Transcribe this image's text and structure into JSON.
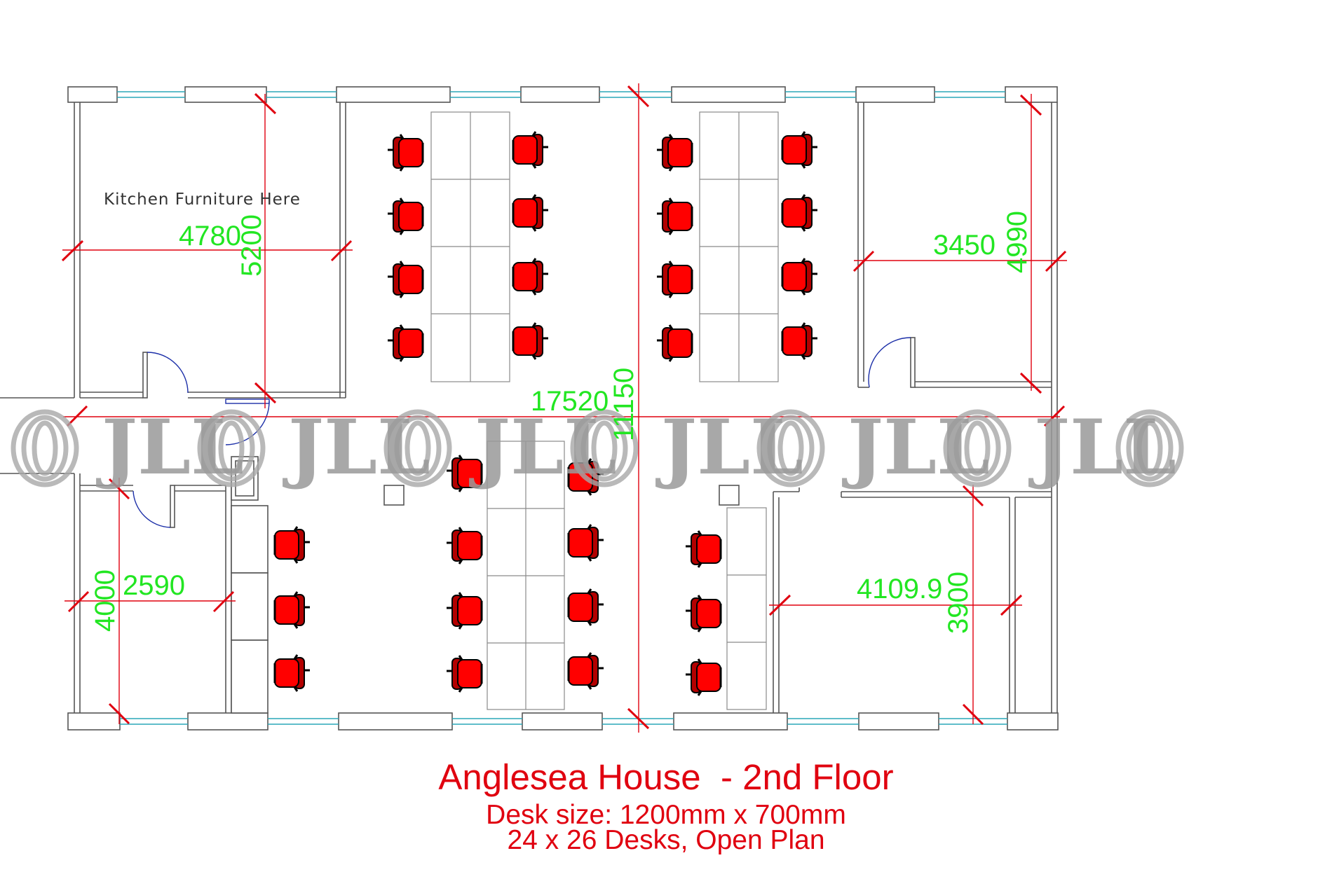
{
  "plan": {
    "kitchen_note": "Kitchen  Furniture  Here",
    "dimensions": {
      "kitchen_width": "4780",
      "kitchen_depth": "5200",
      "overall_length": "17520",
      "overall_depth": "11150",
      "office_ne_width": "3450",
      "office_ne_depth": "4990",
      "office_sw_width": "2590",
      "office_sw_depth": "4000",
      "office_se_width": "4109.9",
      "office_se_depth": "3900"
    },
    "watermark": "JLL",
    "colors": {
      "dimension_line": "#e0000f",
      "dimension_text": "#22e622",
      "chair": "#ff0000",
      "door": "#1c2fa8",
      "window": "#2aa7b8"
    }
  },
  "title": {
    "main": "Anglesea House  - 2nd Floor",
    "desk_size": "Desk size: 1200mm x 700mm",
    "partial_line": "24 x 26 Desks, Open Plan"
  }
}
